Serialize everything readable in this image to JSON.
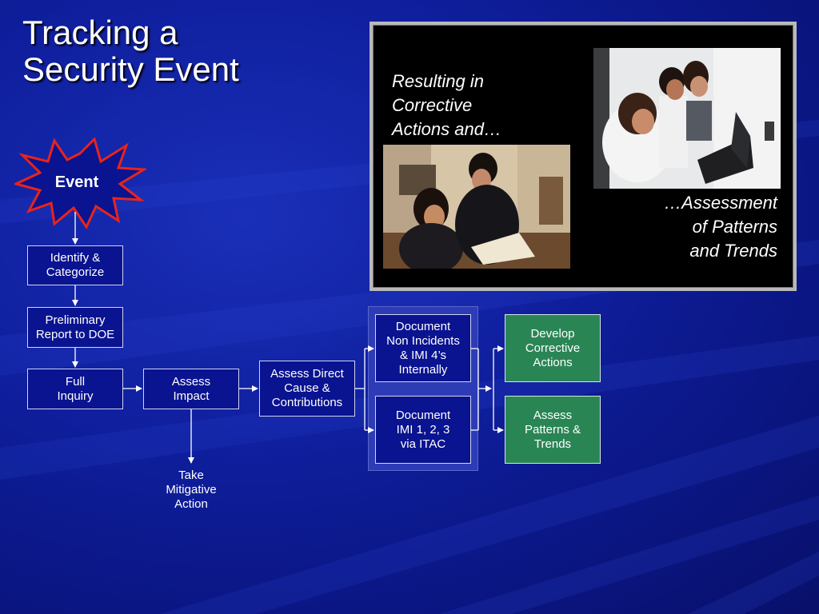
{
  "slide": {
    "title_line1": "Tracking a",
    "title_line2": "Security Event"
  },
  "callout": {
    "caption_left_line1": "Resulting in",
    "caption_left_line2": "Corrective",
    "caption_left_line3": "Actions and…",
    "caption_right_line1": "…Assessment",
    "caption_right_line2": "of Patterns",
    "caption_right_line3": "and Trends"
  },
  "flow": {
    "event": "Event",
    "identify": "Identify &\nCategorize",
    "preliminary": "Preliminary\nReport to DOE",
    "full_inquiry": "Full\nInquiry",
    "assess_impact": "Assess\nImpact",
    "take_mitigative": "Take\nMitigative\nAction",
    "assess_direct": "Assess Direct\nCause &\nContributions",
    "doc_internal": "Document\nNon Incidents\n& IMI 4’s\nInternally",
    "doc_itac": "Document\nIMI 1, 2, 3\nvia ITAC",
    "develop_corrective": "Develop\nCorrective\nActions",
    "assess_patterns": "Assess\nPatterns &\nTrends"
  },
  "colors": {
    "background": "#0f1f9e",
    "box_fill": "#0a1390",
    "green_box": "#2a8555",
    "burst_fill": "#0a1390",
    "burst_stroke": "#e8241a",
    "group_fill": "#2d3cb6"
  }
}
